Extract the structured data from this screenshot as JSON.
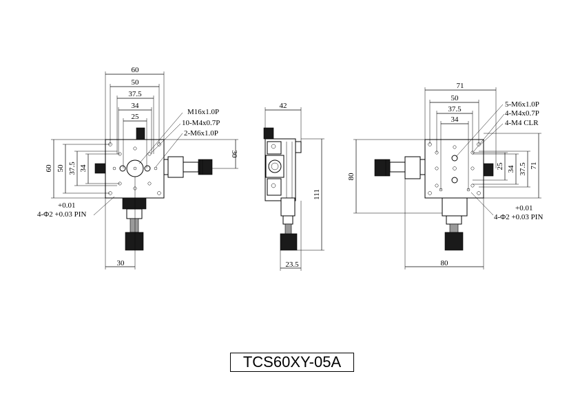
{
  "model": "TCS60XY-05A",
  "left_view": {
    "widths": [
      "60",
      "50",
      "37.5",
      "34",
      "25"
    ],
    "heights": [
      "60",
      "50",
      "37.5",
      "34"
    ],
    "right_height": "30",
    "bottom_offset": "30",
    "callouts": [
      "M16x1.0P",
      "10-M4x0.7P",
      "2-M6x1.0P"
    ],
    "pin_tol": "+0.01",
    "pin_label": "4-Φ2 +0.03 PIN"
  },
  "side_view": {
    "width": "42",
    "height": "111",
    "bottom": "23.5"
  },
  "right_view": {
    "widths": [
      "71",
      "50",
      "37.5",
      "34"
    ],
    "heights": [
      "25",
      "34",
      "37.5",
      "71"
    ],
    "left_height": "80",
    "bottom_width": "80",
    "callouts": [
      "5-M6x1.0P",
      "4-M4x0.7P",
      "4-M4 CLR"
    ],
    "pin_tol": "+0.01",
    "pin_label": "4-Φ2 +0.03 PIN"
  }
}
